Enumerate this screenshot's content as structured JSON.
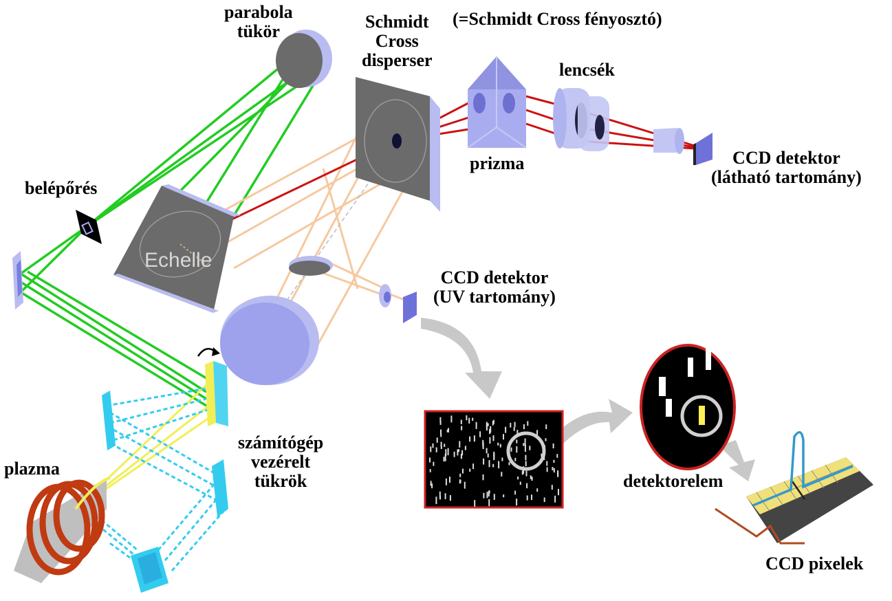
{
  "labels": {
    "parabola_mirror": [
      "parabola",
      "tükör"
    ],
    "schmidt_cross": [
      "Schmidt",
      "Cross",
      "disperser"
    ],
    "schmidt_cross_hu": "(=Schmidt Cross fényosztó)",
    "lenses": "lencsék",
    "prism": "prizma",
    "ccd_visible": [
      "CCD detektor",
      "(látható tartomány)"
    ],
    "entrance_slit": "belépőrés",
    "echelle": "Echelle",
    "ccd_uv": [
      "CCD detektor",
      "(UV tartomány)"
    ],
    "computer_mirrors": [
      "számítógép",
      "vezérelt",
      "tükrök"
    ],
    "plasma": "plazma",
    "detector_element": "detektorelem",
    "ccd_pixels": "CCD pixelek"
  },
  "colors": {
    "green_beam": "#22cc22",
    "red_beam": "#cc1111",
    "uv_beam": "#f5c9a0",
    "yellow_beam": "#f2ee55",
    "cyan_beam": "#33ccee",
    "optic_face": "#b9bcf0",
    "optic_dark": "#6b6b6b",
    "plasma_coil": "#c03a12",
    "arrow_gray": "#c8c8c8"
  }
}
